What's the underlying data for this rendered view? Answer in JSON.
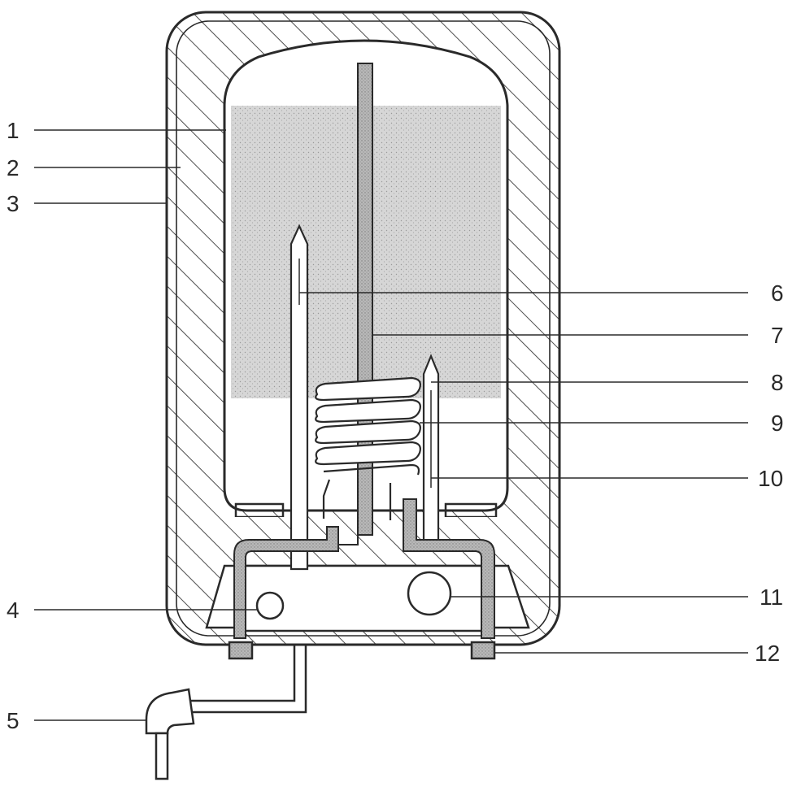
{
  "diagram": {
    "labels": {
      "l1": "1",
      "l2": "2",
      "l3": "3",
      "l4": "4",
      "l5": "5",
      "l6": "6",
      "l7": "7",
      "l8": "8",
      "l9": "9",
      "l10": "10",
      "l11": "11",
      "l12": "12"
    },
    "colors": {
      "ink": "#2a2a2a",
      "paper": "#ffffff",
      "water": "#d3d3d3",
      "metal": "#b4b4b4"
    }
  }
}
